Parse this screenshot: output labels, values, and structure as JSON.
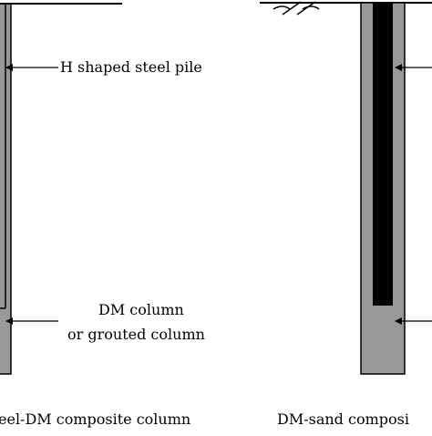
{
  "labels": {
    "steel_pile": "H shaped steel pile",
    "dm_column_line1": "DM column",
    "dm_column_line2": "or grouted column"
  },
  "captions": {
    "left": "eel-DM composite column",
    "right": "DM-sand composi"
  },
  "colors": {
    "column_fill": "#999999",
    "steel_core": "#000000",
    "outline": "#000000",
    "background": "#ffffff"
  }
}
